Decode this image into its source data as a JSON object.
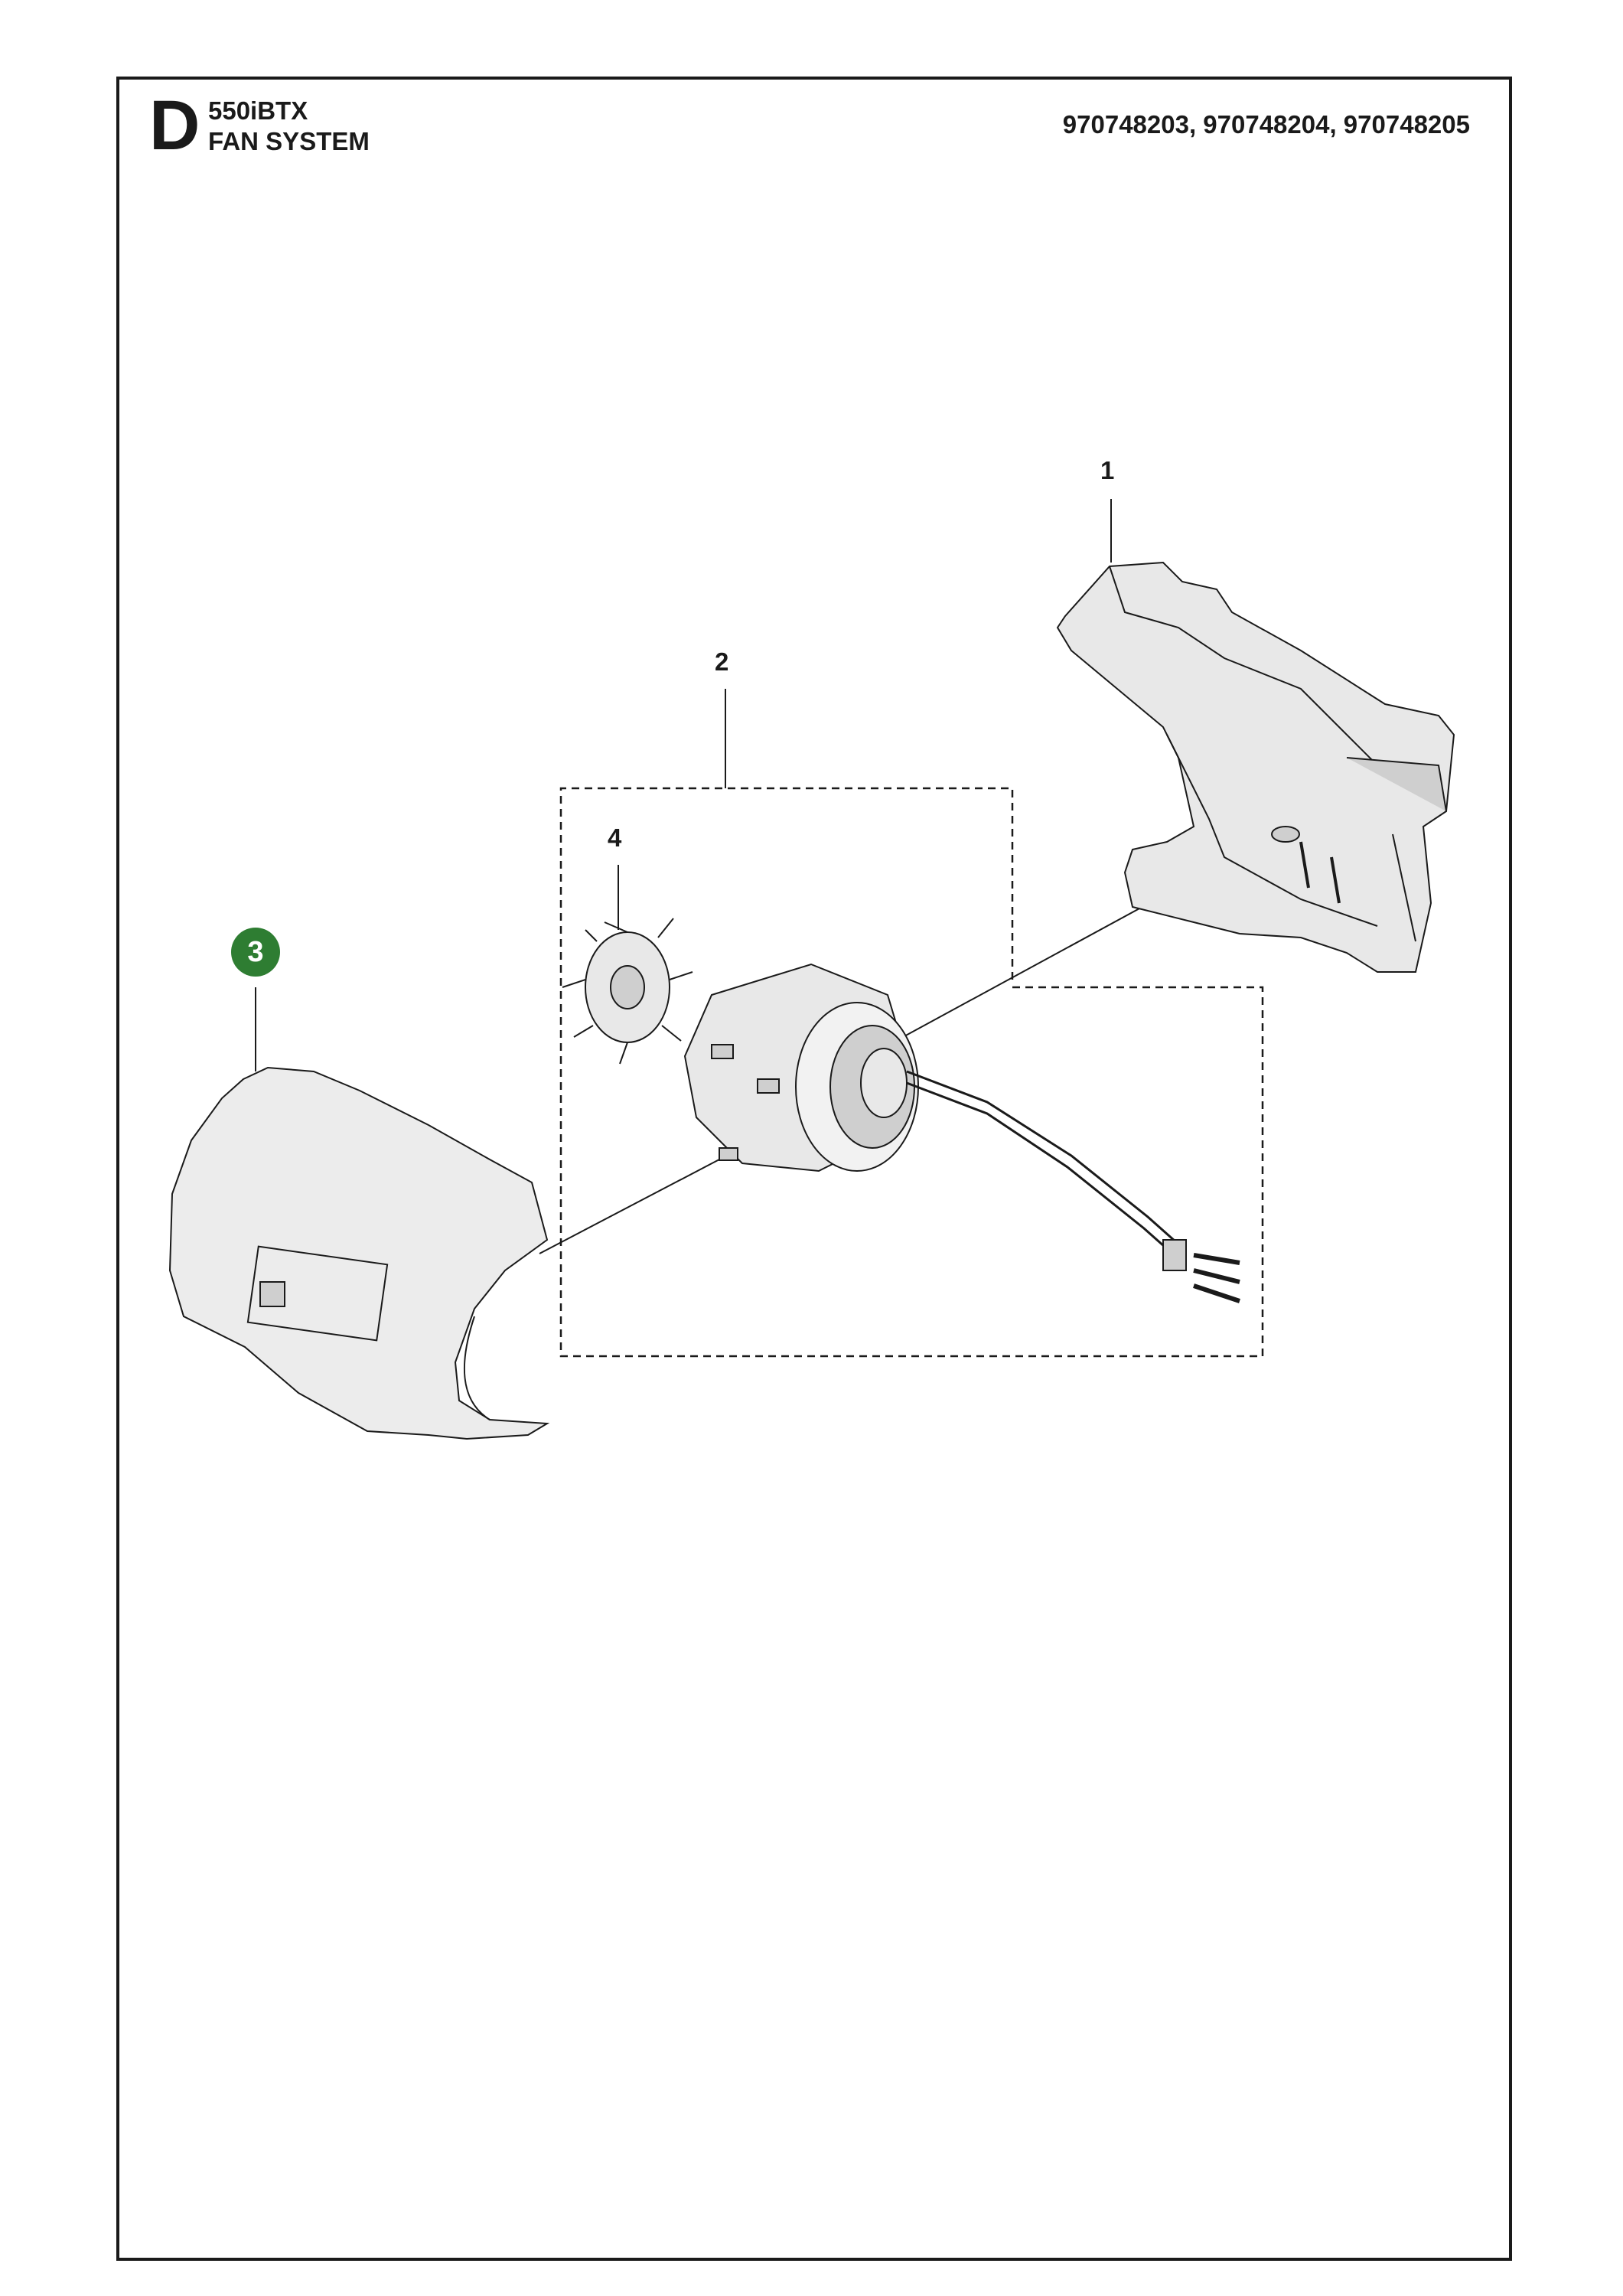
{
  "header": {
    "section_letter": "D",
    "model": "550iBTX",
    "title": "FAN SYSTEM",
    "part_numbers": "970748203, 970748204, 970748205"
  },
  "callouts": [
    {
      "id": "1",
      "label": "1",
      "highlighted": false
    },
    {
      "id": "2",
      "label": "2",
      "highlighted": false
    },
    {
      "id": "3",
      "label": "3",
      "highlighted": true
    },
    {
      "id": "4",
      "label": "4",
      "highlighted": false
    }
  ],
  "colors": {
    "highlight": "#2e7d32",
    "line": "#1a1a1a",
    "part_fill": "#e8e8e8",
    "part_shade": "#cfcfcf"
  }
}
